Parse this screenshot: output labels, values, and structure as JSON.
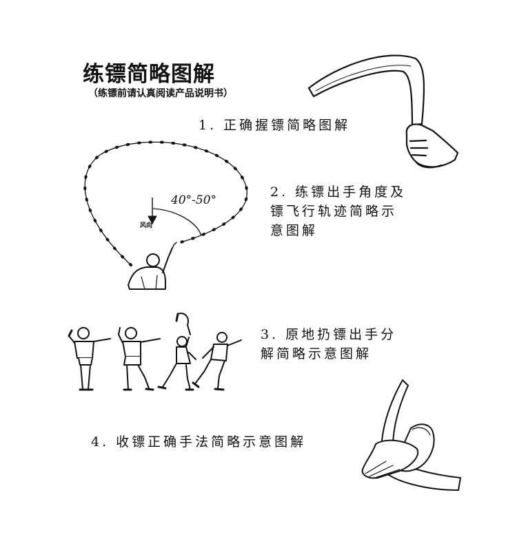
{
  "header": {
    "title": "练镖简略图解",
    "subtitle": "（练镖前请认真阅读产品说明书）"
  },
  "steps": {
    "step1": "1. 正确握镖简略图解",
    "step2_line1": "2. 练镖出手角度及",
    "step2_line2": "镖飞行轨迹简略示",
    "step2_line3": "意图解",
    "step3_line1": "3. 原地扔镖出手分",
    "step3_line2": "解简略示意图解",
    "step4": "4. 收镖正确手法简略示意图解"
  },
  "diagram": {
    "angle_label": "40°-50°",
    "wind_label": "风向"
  }
}
